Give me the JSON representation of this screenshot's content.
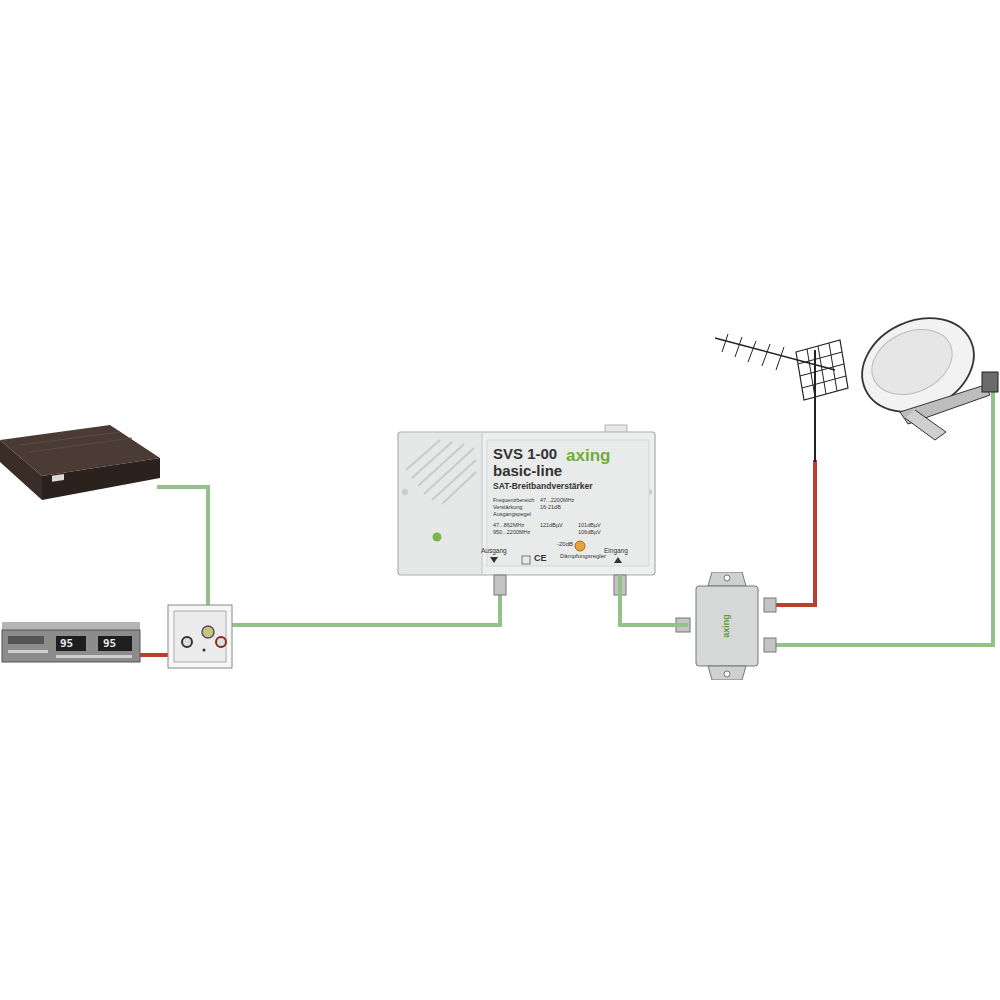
{
  "diagram": {
    "nodes": [
      {
        "text": [
          "axing",
          "SVS 1-00",
          "basic-line",
          "SAT-Breitbandverstärker",
          "Frequenzbereich",
          "47...2200MHz",
          "Verstärkung",
          "16-21dB",
          "Ausgangspegel",
          "47...862MHz",
          "950...2200MHz",
          "121dBµV",
          "101dBµV",
          "106dBµV",
          "-20dB",
          "Dämpfungsregler",
          "CE",
          "Ausgang",
          "Eingang"
        ]
      },
      {
        "text": [
          "axing"
        ]
      }
    ],
    "edges": [
      {
        "from": 1,
        "to": 0,
        "arrow": "none"
      }
    ],
    "labels": [
      "95",
      "95"
    ]
  }
}
